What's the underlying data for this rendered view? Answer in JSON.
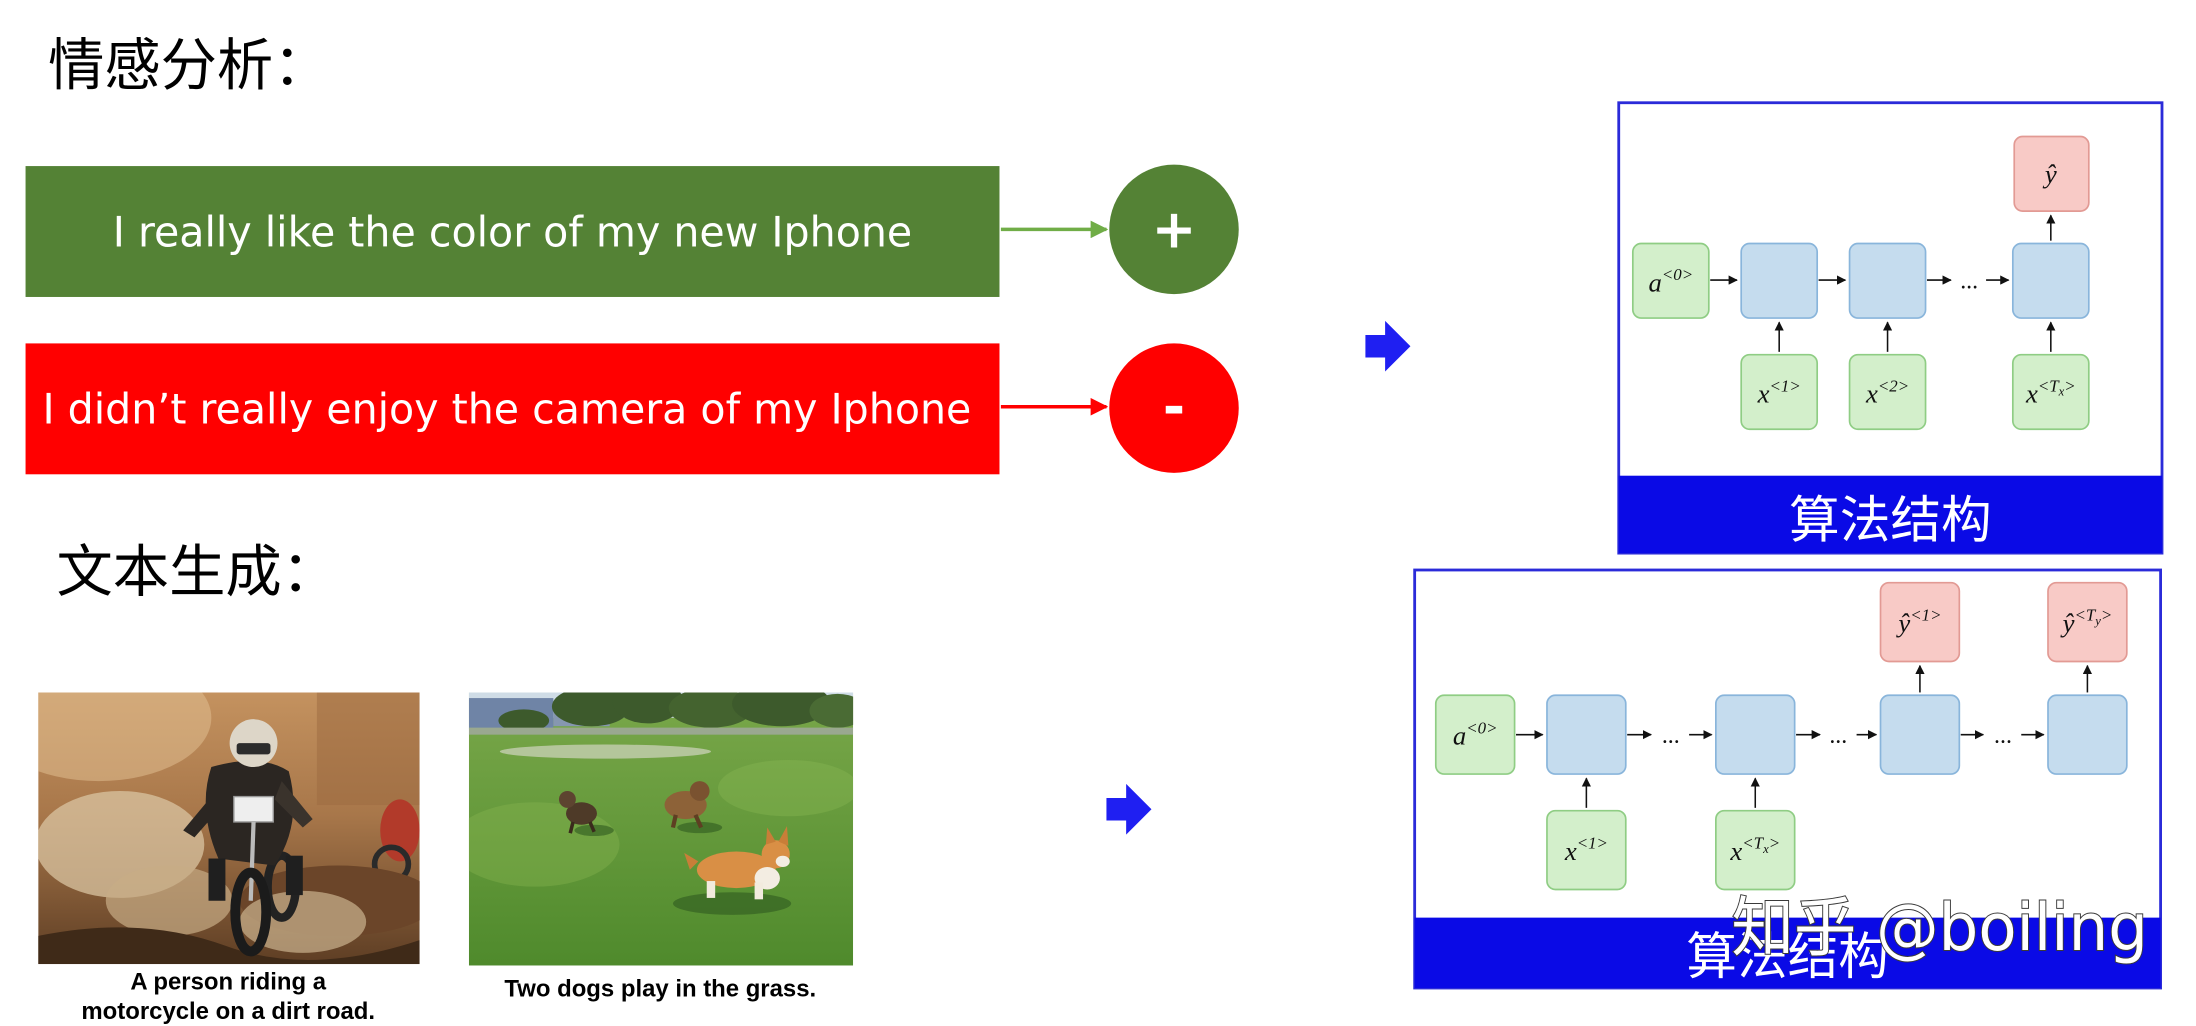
{
  "sentiment_section": {
    "title": "情感分析：",
    "examples": [
      {
        "sentence": "I really like the color of my new Iphone",
        "label": "+"
      },
      {
        "sentence": "I didn’t really enjoy the camera of my Iphone",
        "label": "-"
      }
    ]
  },
  "text_generation_section": {
    "title": "文本生成：",
    "photos": [
      {
        "caption_lines": [
          "A person riding a",
          "motorcycle on a dirt road."
        ]
      },
      {
        "caption_lines": [
          "Two dogs play in the grass."
        ]
      }
    ]
  },
  "diagram_many_to_one": {
    "banner": "算法结构",
    "initial_state": {
      "base": "a",
      "sup": "<0>"
    },
    "inputs": [
      {
        "base": "x",
        "sup": "<1>"
      },
      {
        "base": "x",
        "sup": "<2>"
      },
      {
        "base": "x",
        "sup": "<T",
        "sub": "x",
        "sup_end": ">"
      }
    ],
    "ellipsis": "...",
    "output": {
      "base": "ŷ"
    }
  },
  "diagram_sequence_output": {
    "banner": "算法结构",
    "initial_state": {
      "base": "a",
      "sup": "<0>"
    },
    "inputs": [
      {
        "base": "x",
        "sup": "<1>"
      },
      {
        "base": "x",
        "sup": "<T",
        "sub": "x",
        "sup_end": ">"
      }
    ],
    "ellipsis": "...",
    "outputs": [
      {
        "base": "ŷ",
        "sup": "<1>"
      },
      {
        "base": "ŷ",
        "sup": "<T",
        "sub": "y",
        "sup_end": ">"
      }
    ]
  },
  "watermark": "知乎 @boiling",
  "icons": {
    "transition_arrow": "arrow-right-icon"
  },
  "colors": {
    "positive": "#548235",
    "positive_arrow": "#70ad47",
    "negative": "#ff0000",
    "arrow_icon": "#1f1ff2",
    "banner": "#0a0ae6",
    "input_node": "#d3efcb",
    "hidden_node": "#c5dcee",
    "output_node": "#f8cac6"
  }
}
